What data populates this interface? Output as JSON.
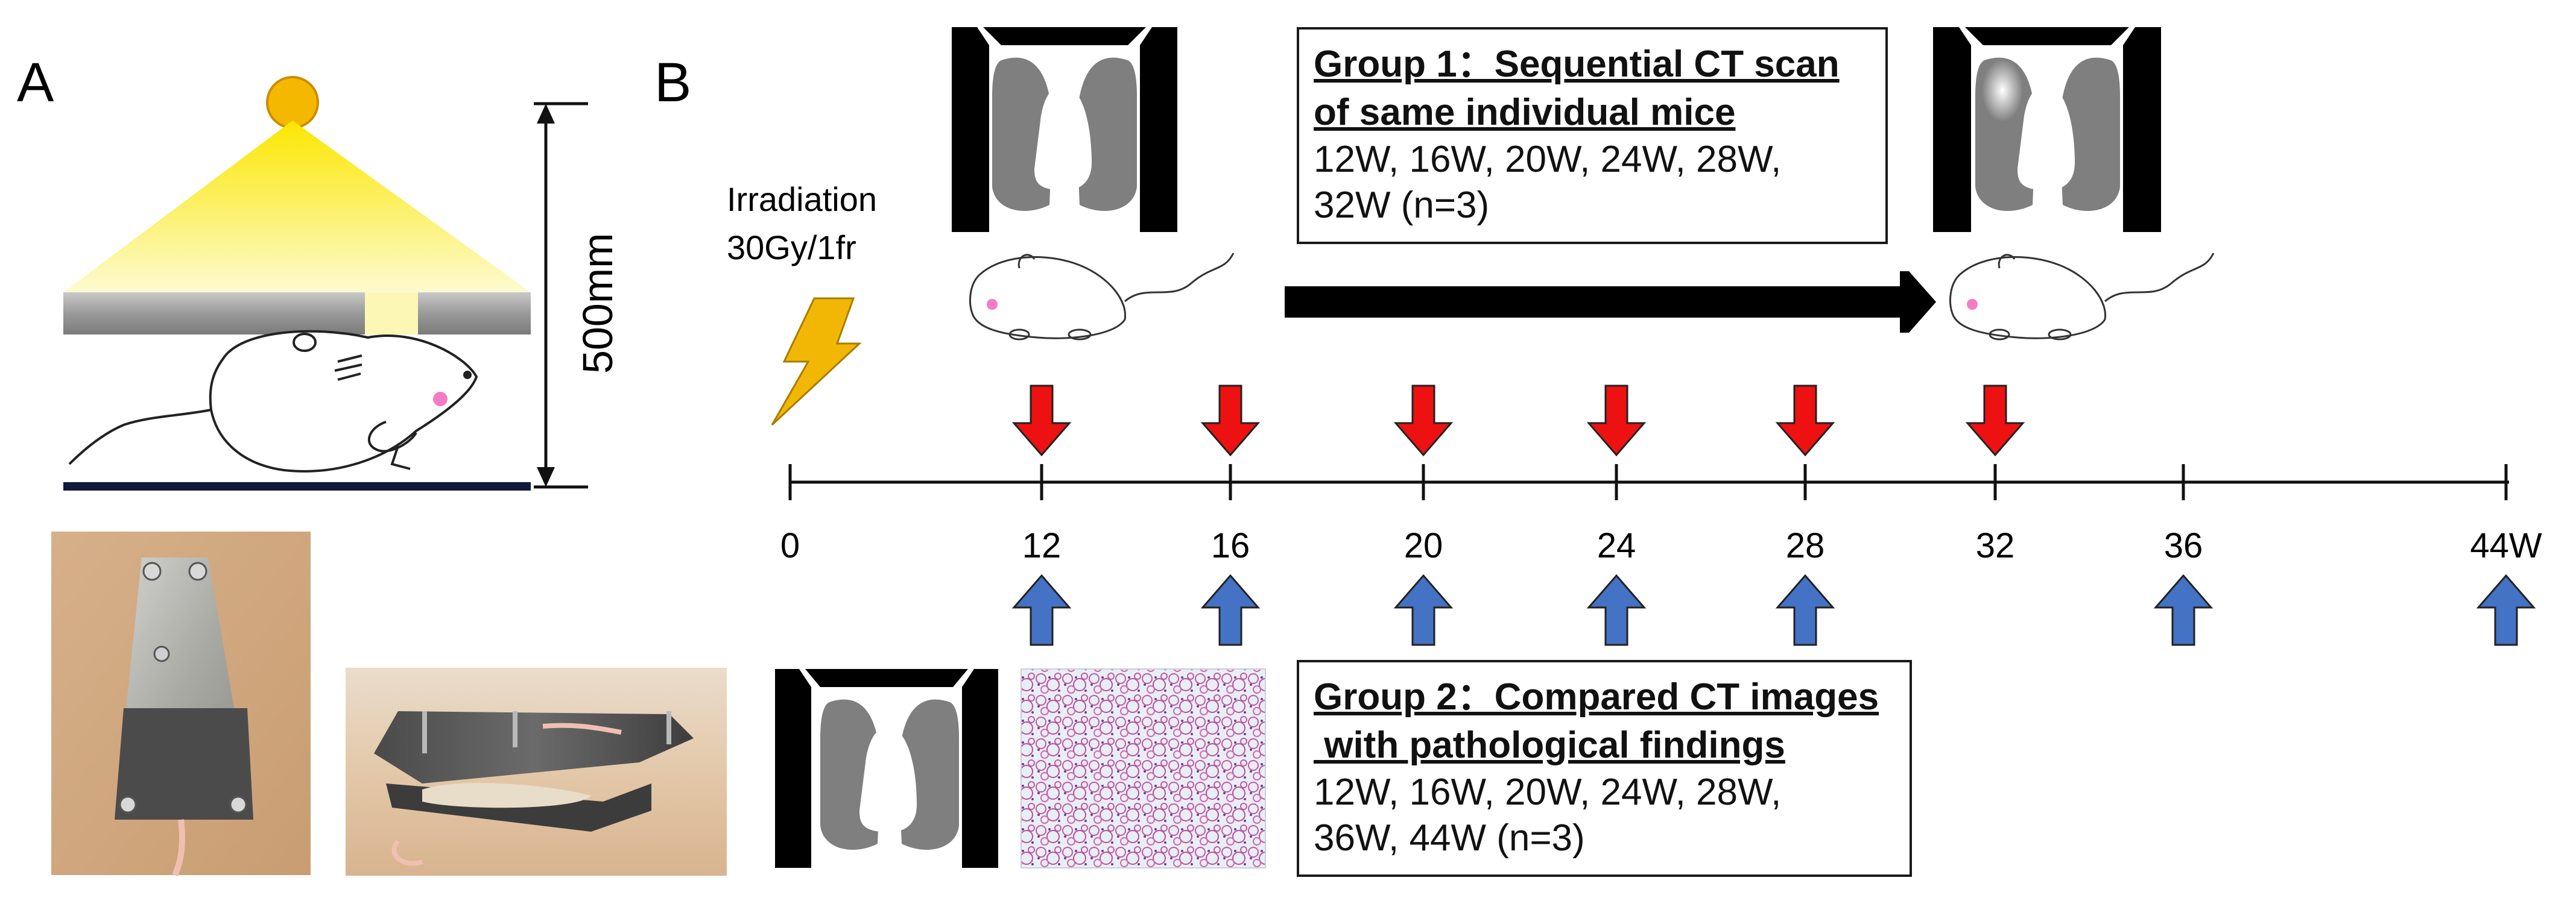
{
  "panel_a": {
    "label": "A",
    "distance_label": "500mm"
  },
  "panel_b": {
    "label": "B",
    "irradiation_line1": "Irradiation",
    "irradiation_line2": "30Gy/1fr",
    "timeline_ticks": [
      "0",
      "12",
      "16",
      "20",
      "24",
      "28",
      "32",
      "36",
      "44W"
    ],
    "group1": {
      "title_line1": "Group 1：Sequential CT scan",
      "title_line2": "of same individual mice",
      "line1": "12W, 16W, 20W, 24W, 28W,",
      "line2": "32W (n=3)",
      "arrow_weeks": [
        12,
        16,
        20,
        24,
        28,
        32
      ]
    },
    "group2": {
      "title_line1": "Group 2：Compared CT images",
      "title_line2": " with pathological findings",
      "line1": "12W, 16W, 20W, 24W, 28W,",
      "line2": "36W, 44W (n=3)",
      "arrow_weeks": [
        12,
        16,
        20,
        24,
        28,
        36,
        44
      ]
    },
    "colors": {
      "red_arrow": "#ee1111",
      "blue_arrow": "#4472c4",
      "beam": "#fbf27a",
      "lamp": "#f5b800",
      "lightning": "#f2b705"
    }
  }
}
